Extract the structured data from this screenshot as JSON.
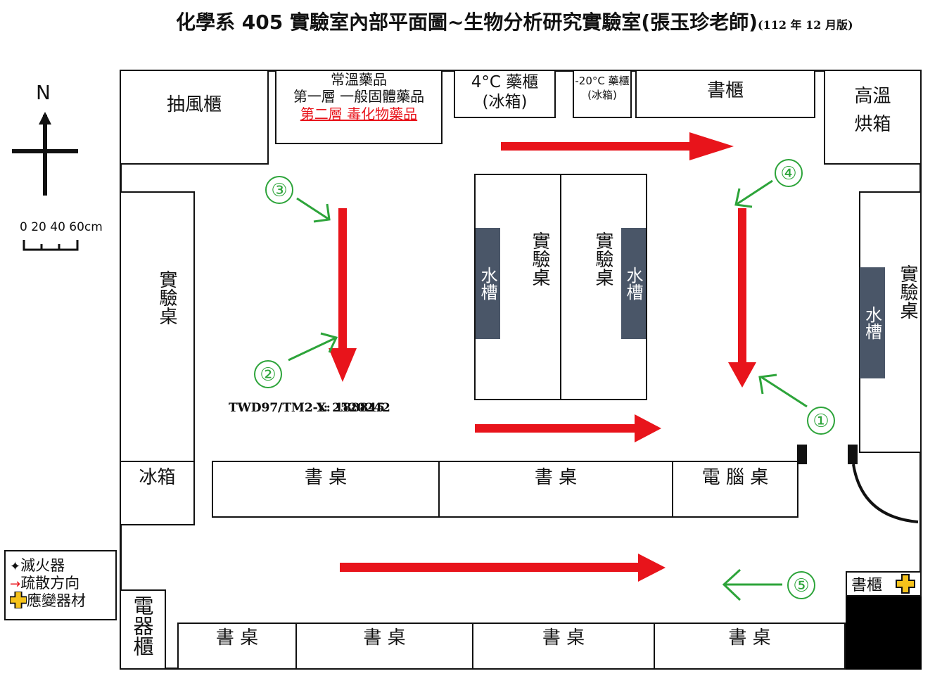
{
  "title": {
    "main": "化學系 405 實驗室內部平面圖~生物分析研究實驗室(張玉珍老師)",
    "edition": "(112 年 12 月版)"
  },
  "compass": {
    "north": "N"
  },
  "scale": {
    "label": "0 20 40 60cm"
  },
  "rooms": {
    "fume_hood": "抽風櫃",
    "chem_cabinet": {
      "line1": "常溫藥品",
      "line2": "第一層  一般固體藥品",
      "line3": "第二層  毒化物藥品"
    },
    "cabinet_4c": {
      "line1": "4°C 藥櫃",
      "line2": "(冰箱)"
    },
    "cabinet_minus20": {
      "line1": "-20°C 藥櫃",
      "line2": "(冰箱)"
    },
    "bookcase_top": "書櫃",
    "oven": {
      "line1": "高溫",
      "line2": "烘箱"
    },
    "lab_bench": "實驗桌",
    "sink": "水槽",
    "fridge": "冰箱",
    "desk": "書 桌",
    "computer_desk": "電 腦 桌",
    "electric_cabinet": "電器櫃",
    "bookcase_small": "書櫃"
  },
  "coordinates": {
    "x": "TWD97/TM2-X: 188845",
    "y": "TWD97/TM2-Y: 2520242"
  },
  "markers": [
    "①",
    "②",
    "③",
    "④",
    "⑤"
  ],
  "legend": {
    "extinguisher": "滅火器",
    "evacuation": "疏散方向",
    "emergency": "應變器材"
  },
  "colors": {
    "evacuation_arrow": "#e8141b",
    "marker": "#2da43a",
    "sink": "#4a5668",
    "emergency_cross": "#f5c21b"
  }
}
